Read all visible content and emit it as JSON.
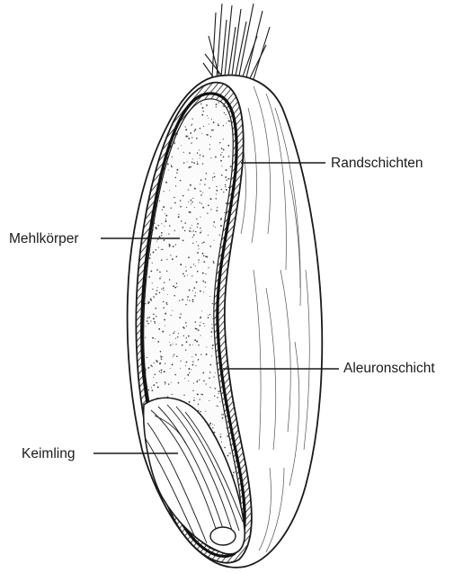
{
  "labels": {
    "randschichten": "Randschichten",
    "mehlkoerper": "Mehlkörper",
    "aleuronschicht": "Aleuronschicht",
    "keimling": "Keimling"
  },
  "colors": {
    "ink": "#1a1a1a",
    "background": "#ffffff",
    "stipple": "#3a3a3a"
  }
}
